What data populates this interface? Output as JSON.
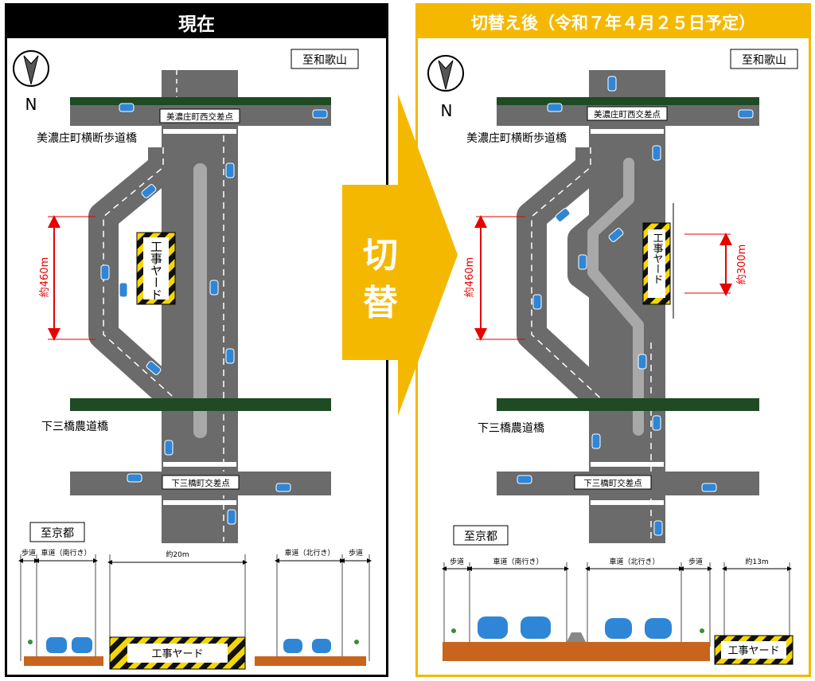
{
  "left": {
    "header": "現在",
    "destination_top": "至和歌山",
    "destination_bottom": "至京都",
    "north": "N",
    "bridge_top": "美濃庄町横断歩道橋",
    "bridge_bottom": "下三橋農道橋",
    "intersection_top": "美濃庄町西交差点",
    "intersection_bottom": "下三橋町交差点",
    "yard": "工事ヤード",
    "dimension": "約460m",
    "cross_section": {
      "sidewalk_left": "歩道",
      "road_south": "車道（南行き）",
      "width_center": "約20m",
      "road_north": "車道（北行き）",
      "sidewalk_right": "歩道",
      "yard": "工事ヤード"
    }
  },
  "arrow": {
    "text1": "切",
    "text2": "替"
  },
  "right": {
    "header": "切替え後（令和７年４月２５日予定）",
    "destination_top": "至和歌山",
    "destination_bottom": "至京都",
    "north": "N",
    "bridge_top": "美濃庄町横断歩道橋",
    "bridge_bottom": "下三橋農道橋",
    "intersection_top": "美濃庄町西交差点",
    "intersection_bottom": "下三橋町交差点",
    "yard": "工事ヤード",
    "dimension_long": "約460m",
    "dimension_short": "約300m",
    "cross_section": {
      "sidewalk_left": "歩道",
      "road_south": "車道（南行き）",
      "road_north": "車道（北行き）",
      "sidewalk_right": "歩道",
      "width_right": "約13m",
      "yard": "工事ヤード"
    }
  },
  "colors": {
    "road": "#6b6b6b",
    "median": "#a8a8a8",
    "bridge": "#1e4a24",
    "accent_yellow": "#f5b800",
    "dimension_red": "#e60000",
    "car_blue": "#2f86d6",
    "ground": "#c8641e"
  }
}
